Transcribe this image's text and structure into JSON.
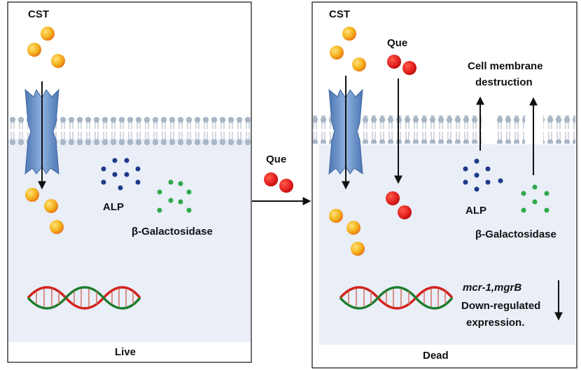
{
  "left_panel": {
    "drug_label": "CST",
    "enzyme_1": "ALP",
    "enzyme_2": "β-Galactosidase",
    "state_label": "Live"
  },
  "treatment": {
    "label": "Que"
  },
  "right_panel": {
    "drug_label": "CST",
    "treatment_label": "Que",
    "membrane_note_line1": "Cell membrane",
    "membrane_note_line2": "destruction",
    "enzyme_1": "ALP",
    "enzyme_2": "β-Galactosidase",
    "gene_names": "mcr-1,mgrB",
    "expression_line1": "Down-regulated",
    "expression_line2": "expression.",
    "state_label": "Dead"
  },
  "colors": {
    "cytoplasm": "#e9eef7",
    "membrane_head": "#a9b6c6",
    "membrane_tail": "#b9c3cf",
    "channel": "#6b93c9",
    "cst_ball": "#f4b21b",
    "que_ball": "#e01d1d",
    "alp_dot": "#1f3a8a",
    "galactosidase_dot": "#2eaa4a",
    "dna_red": "#d3221c",
    "dna_green": "#1e7d2d"
  }
}
